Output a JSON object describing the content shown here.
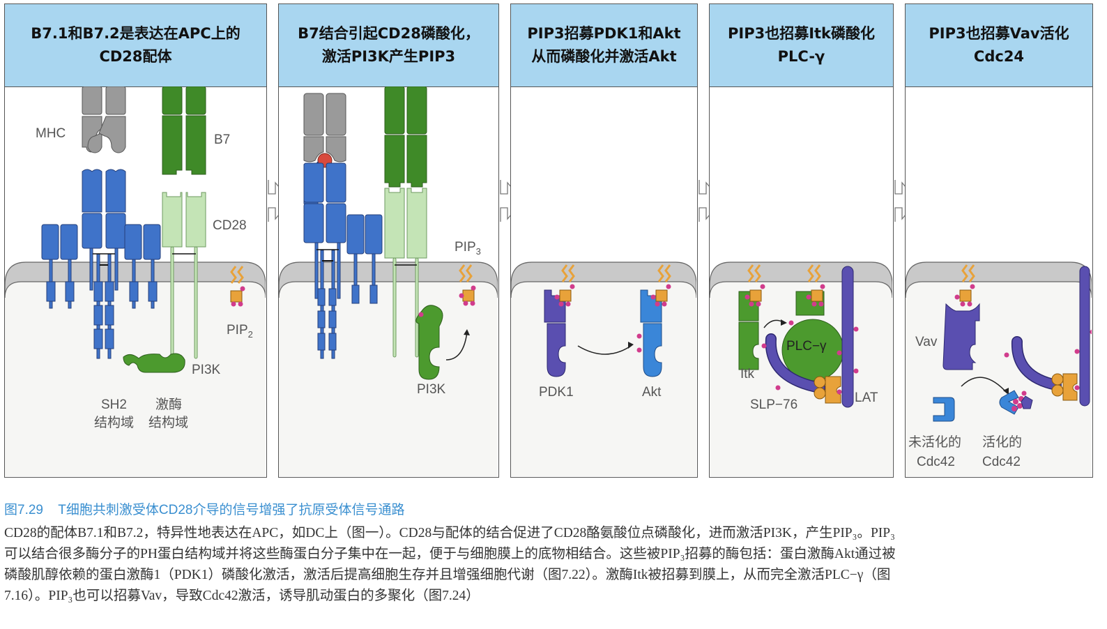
{
  "colors": {
    "header_bg": "#a9d6f0",
    "tcr_blue": "#3f73c9",
    "akt_blue": "#3a86d8",
    "mhc_gray": "#9a9a9a",
    "b7_green": "#3f8a28",
    "cd28_light_green": "#c4e4b6",
    "pi3k_green": "#4c9a2e",
    "pip_orange": "#e8a23a",
    "phosphate_pink": "#d13c8c",
    "purple": "#5a4fb0",
    "peptide_red": "#d84a3e",
    "membrane_gray": "#c9c9c9",
    "caption_blue": "#3a8fd0"
  },
  "panels": [
    {
      "title": "B7.1和B7.2是表达在APC上的\nCD28配体",
      "labels": {
        "mhc": "MHC",
        "b7": "B7",
        "cd28": "CD28",
        "pip2_main": "PIP",
        "pip2_sub": "2",
        "pi3k": "PI3K",
        "sh2_1": "SH2",
        "sh2_2": "结构域",
        "kinase_1": "激酶",
        "kinase_2": "结构域"
      }
    },
    {
      "title": "B7结合引起CD28磷酸化，\n激活PI3K产生PIP3",
      "labels": {
        "pip3_main": "PIP",
        "pip3_sub": "3",
        "pi3k": "PI3K"
      }
    },
    {
      "title": "PIP3招募PDK1和Akt\n从而磷酸化并激活Akt",
      "labels": {
        "pdk1": "PDK1",
        "akt": "Akt"
      }
    },
    {
      "title": "PIP3也招募Itk磷酸化\nPLC-γ",
      "labels": {
        "itk": "Itk",
        "plcg": "PLC−γ",
        "slp76": "SLP−76",
        "lat": "LAT"
      }
    },
    {
      "title": "PIP3也招募Vav活化\nCdc24",
      "labels": {
        "vav": "Vav",
        "inactive_1": "未活化的",
        "inactive_2": "Cdc42",
        "active_1": "活化的",
        "active_2": "Cdc42"
      }
    }
  ],
  "caption": {
    "number": "图7.29",
    "title": "T细胞共刺激受体CD28介导的信号增强了抗原受体信号通路"
  },
  "body": [
    "CD28的配体B7.1和B7.2，特异性地表达在APC，如DC上（图一）。CD28与配体的结合促进了CD28酪氨酸位点磷酸化，进而激活PI3K，产生PIP₃。PIP₃",
    "可以结合很多酶分子的PH蛋白结构域并将这些酶蛋白分子集中在一起，便于与细胞膜上的底物相结合。这些被PIP₃招募的酶包括：蛋白激酶Akt通过被",
    "磷酸肌醇依赖的蛋白激酶1（PDK1）磷酸化激活，激活后提高细胞生存并且增强细胞代谢（图7.22）。激酶Itk被招募到膜上，从而完全激活PLC−γ（图",
    "7.16）。PIP₃也可以招募Vav，导致Cdc42激活，诱导肌动蛋白的多聚化（图7.24）"
  ]
}
